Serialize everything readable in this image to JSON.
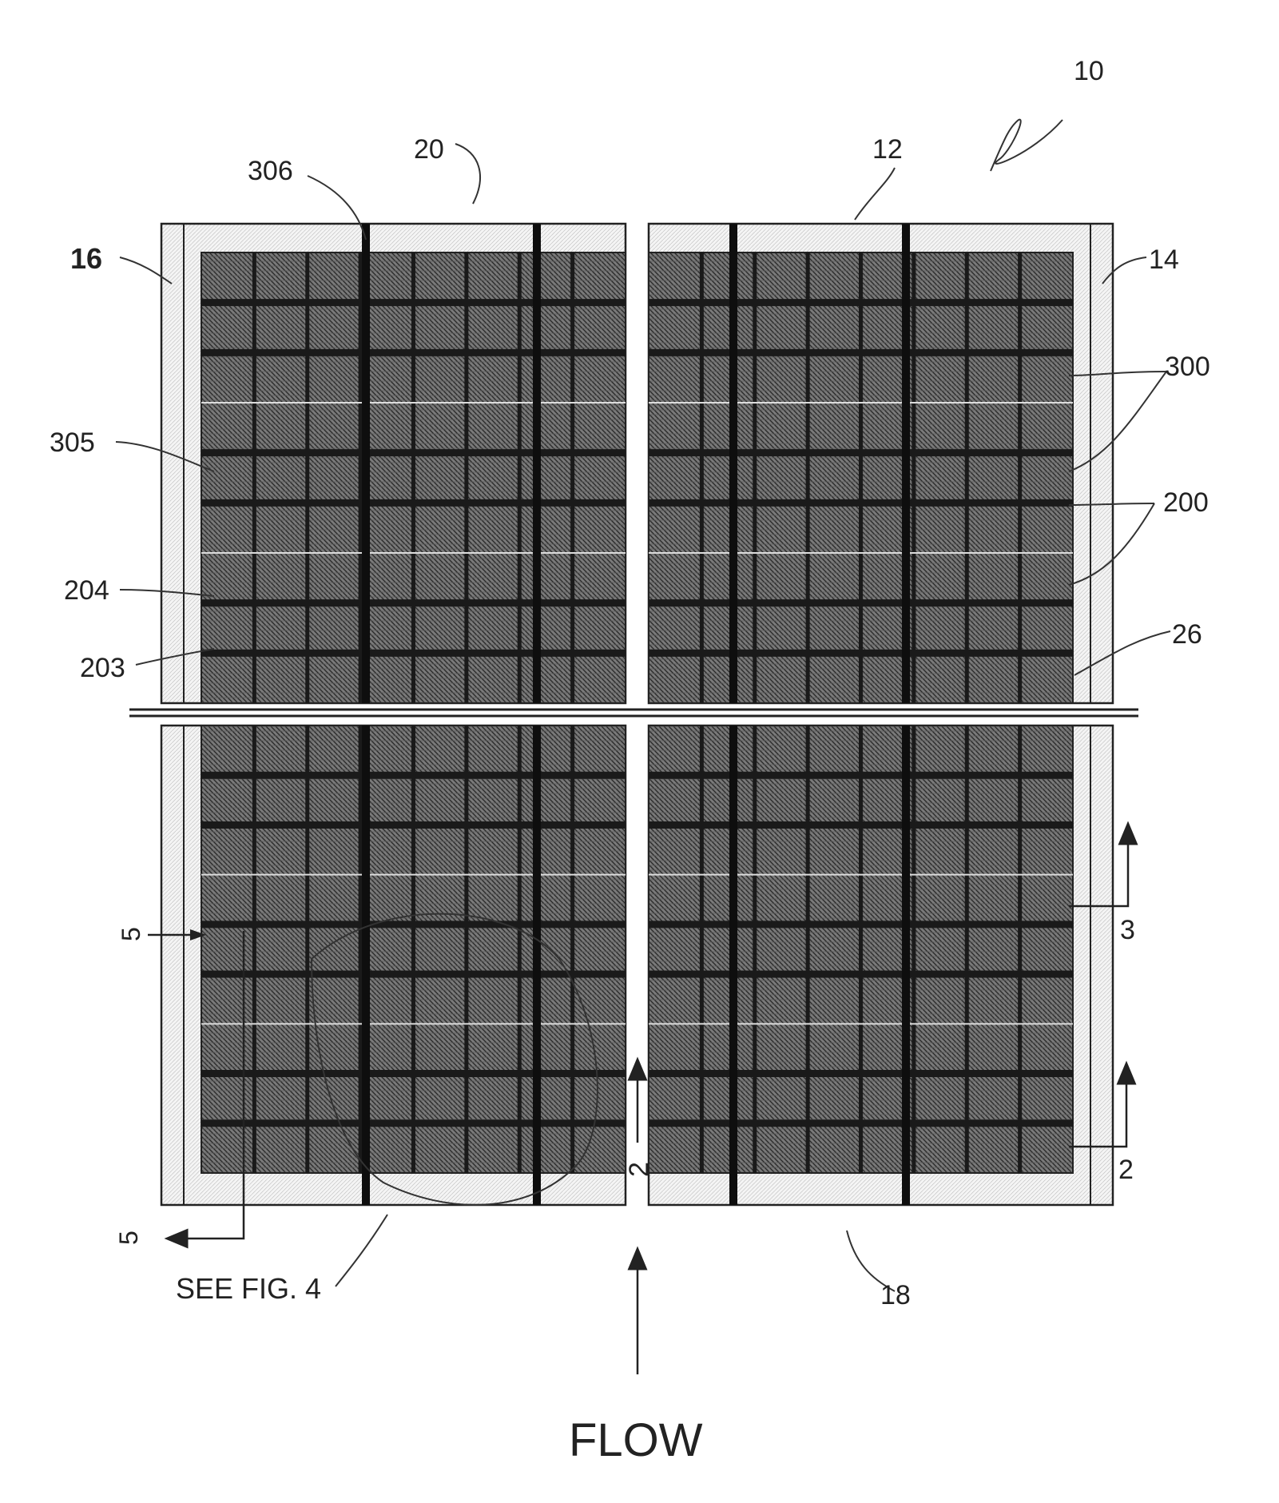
{
  "figure": {
    "reference_numerals": {
      "assembly": "10",
      "frame": "12",
      "right_side": "14",
      "left_side": "16",
      "bottom_rail": "18",
      "top_rail": "20",
      "inner_border": "26",
      "thin_bar": "203",
      "thick_bar": "204",
      "panels_200": "200",
      "panels_300": "300",
      "strip_305": "305",
      "post_306": "306"
    },
    "section_markers": {
      "section_2": "2",
      "section_3": "3",
      "section_5": "5"
    },
    "see_fig": "SEE FIG. 4",
    "flow_label": "FLOW"
  },
  "colors": {
    "line": "#222222",
    "mesh_dark": "#4a4a4a",
    "mesh_light": "#8c8c8c",
    "background": "#ffffff"
  }
}
